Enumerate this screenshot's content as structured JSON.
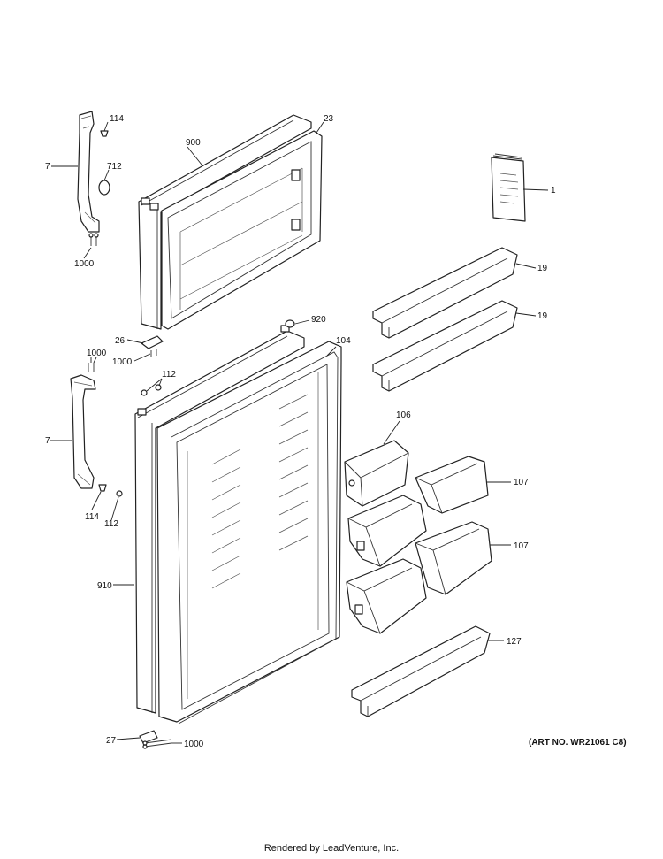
{
  "callouts": [
    {
      "id": "c114a",
      "label": "114"
    },
    {
      "id": "c7a",
      "label": "7"
    },
    {
      "id": "c712",
      "label": "712"
    },
    {
      "id": "c1000a",
      "label": "1000"
    },
    {
      "id": "c900",
      "label": "900"
    },
    {
      "id": "c23",
      "label": "23"
    },
    {
      "id": "c1",
      "label": "1"
    },
    {
      "id": "c19a",
      "label": "19"
    },
    {
      "id": "c19b",
      "label": "19"
    },
    {
      "id": "c920",
      "label": "920"
    },
    {
      "id": "c26",
      "label": "26"
    },
    {
      "id": "c1000b",
      "label": "1000"
    },
    {
      "id": "c104",
      "label": "104"
    },
    {
      "id": "c1000c",
      "label": "1000"
    },
    {
      "id": "c112a",
      "label": "112"
    },
    {
      "id": "c7b",
      "label": "7"
    },
    {
      "id": "c114b",
      "label": "114"
    },
    {
      "id": "c112b",
      "label": "112"
    },
    {
      "id": "c106",
      "label": "106"
    },
    {
      "id": "c107a",
      "label": "107"
    },
    {
      "id": "c107b",
      "label": "107"
    },
    {
      "id": "c910",
      "label": "910"
    },
    {
      "id": "c127",
      "label": "127"
    },
    {
      "id": "c27",
      "label": "27"
    },
    {
      "id": "c1000d",
      "label": "1000"
    }
  ],
  "art_number": "(ART NO. WR21061 C8)",
  "footer": "Rendered by LeadVenture, Inc."
}
